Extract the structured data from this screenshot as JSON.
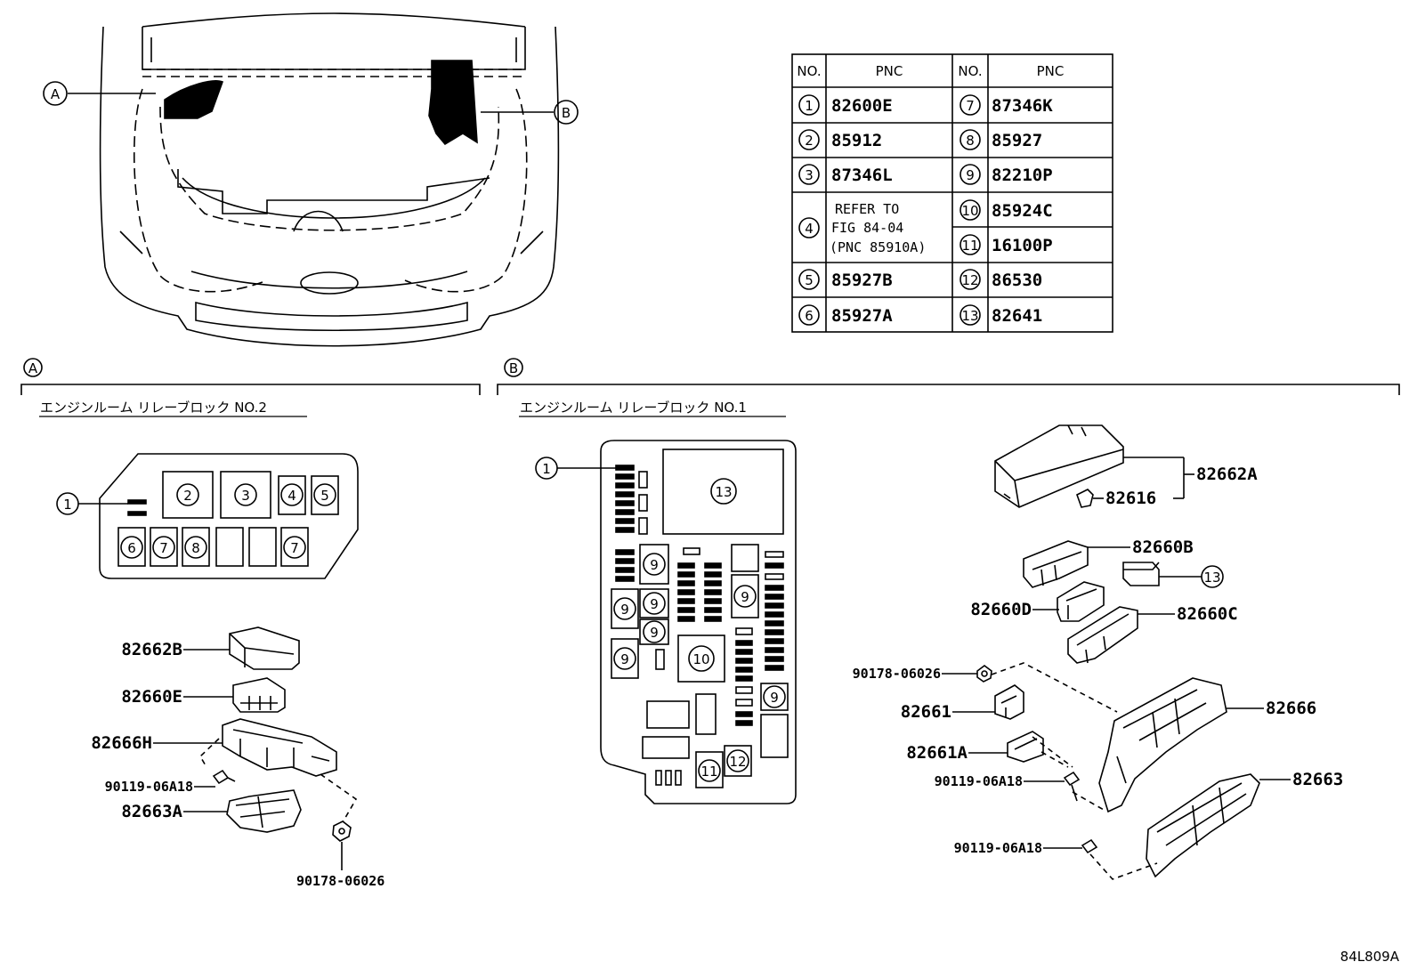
{
  "callouts": {
    "view_a": "A",
    "view_b": "B",
    "section_a": "A",
    "section_b": "B"
  },
  "sections": {
    "a_title": "エンジンルーム リレーブロック NO.2",
    "b_title": "エンジンルーム リレーブロック NO.1"
  },
  "table": {
    "headers": [
      "NO.",
      "PNC",
      "NO.",
      "PNC"
    ],
    "left": [
      {
        "no": "1",
        "pnc": "82600E"
      },
      {
        "no": "2",
        "pnc": "85912"
      },
      {
        "no": "3",
        "pnc": "87346L"
      },
      {
        "no": "4",
        "pnc_lines": [
          "REFER TO",
          "FIG 84-04",
          "(PNC 85910A)"
        ]
      },
      {
        "no": "5",
        "pnc": "85927B"
      },
      {
        "no": "6",
        "pnc": "85927A"
      }
    ],
    "right": [
      {
        "no": "7",
        "pnc": "87346K"
      },
      {
        "no": "8",
        "pnc": "85927"
      },
      {
        "no": "9",
        "pnc": "82210P"
      },
      {
        "no": "10",
        "pnc": "85924C"
      },
      {
        "no": "11",
        "pnc": "16100P"
      },
      {
        "no": "12",
        "pnc": "86530"
      },
      {
        "no": "13",
        "pnc": "82641"
      }
    ]
  },
  "block_a": {
    "top_row": [
      "2",
      "3",
      "4",
      "5"
    ],
    "bottom_row": [
      "6",
      "7",
      "8",
      "",
      "",
      "7"
    ],
    "pointer": "1"
  },
  "block_b": {
    "pointer": "1",
    "big": "13",
    "nines": [
      "9",
      "9",
      "9",
      "9",
      "9",
      "9",
      "9"
    ],
    "ten": "10",
    "eleven": "11",
    "twelve": "12"
  },
  "parts_a": {
    "p1": "82662B",
    "p2": "82660E",
    "p3": "82666H",
    "p4": "90119-06A18",
    "p5": "82663A",
    "p6": "90178-06026"
  },
  "parts_b": {
    "p1": "82662A",
    "p2": "82616",
    "p3": "82660B",
    "p4": "13",
    "p5": "82660D",
    "p6": "82660C",
    "p7": "90178-06026",
    "p8": "82661",
    "p9": "82666",
    "p10": "82661A",
    "p11": "90119-06A18",
    "p12": "82663",
    "p13": "90119-06A18"
  },
  "figure_id": "84L809A"
}
